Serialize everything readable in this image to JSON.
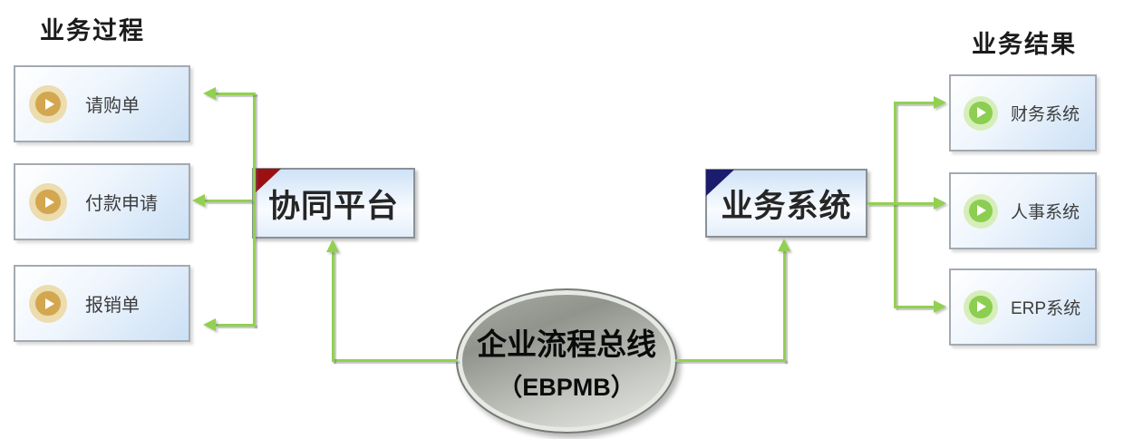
{
  "headings": {
    "left": "业务过程",
    "right": "业务结果"
  },
  "process_list": {
    "items": [
      {
        "label": "请购单"
      },
      {
        "label": "付款申请"
      },
      {
        "label": "报销单"
      }
    ]
  },
  "result_list": {
    "items": [
      {
        "label": "财务系统"
      },
      {
        "label": "人事系统"
      },
      {
        "label": "ERP系统"
      }
    ]
  },
  "hubs": {
    "left": {
      "label": "协同平台",
      "corner_color": "#9b1111"
    },
    "right": {
      "label": "业务系统",
      "corner_color": "#1c1c6e"
    }
  },
  "bus": {
    "title": "企业流程总线",
    "subtitle": "（EBPMB）"
  },
  "colors": {
    "connector_green": "#92d050",
    "gold_icon_outer": "#eddcae",
    "gold_icon_inner": "#d2a74f",
    "green_icon_outer": "#d6eeb9",
    "green_icon_inner": "#8bce51",
    "box_fill": "#cbe0f5",
    "ellipse_dark": "#90948d",
    "ellipse_light": "#e9ebe7"
  }
}
